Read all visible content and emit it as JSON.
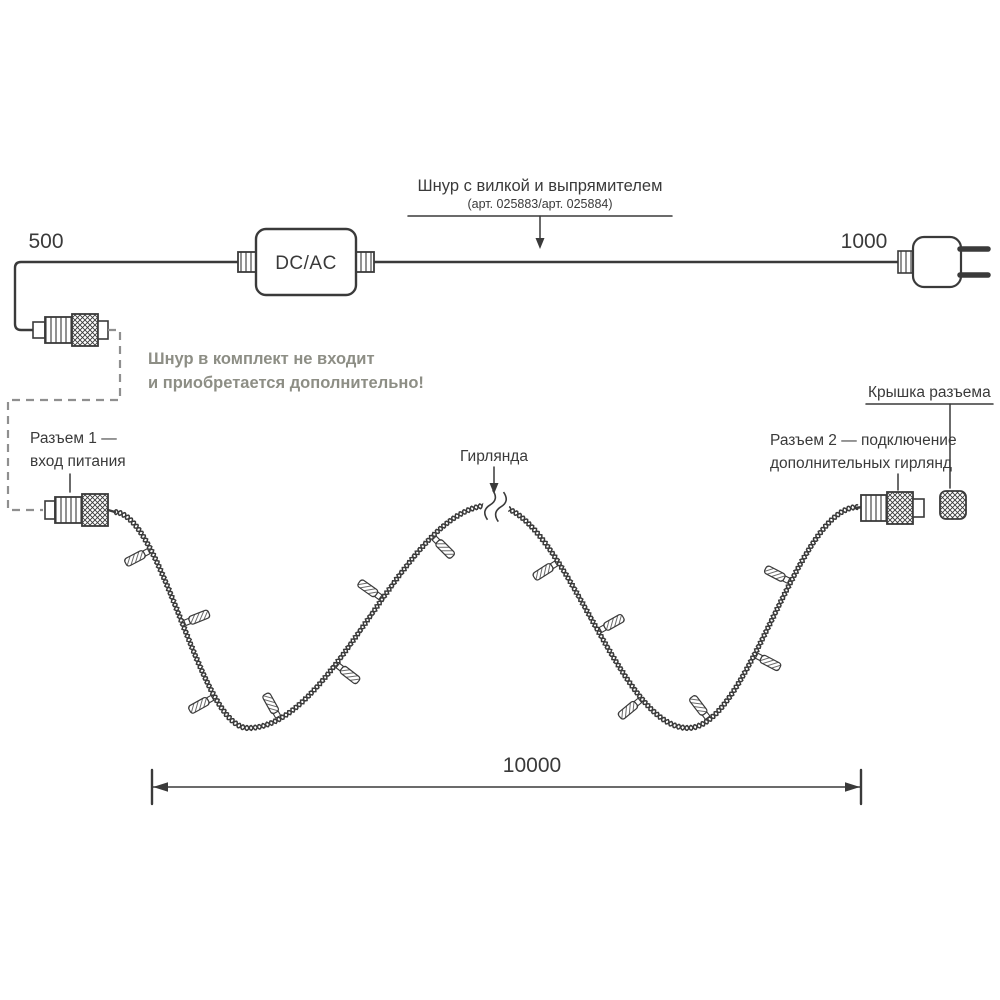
{
  "colors": {
    "stroke": "#3a3a3a",
    "note_text": "#8d8e85",
    "dashed": "#8f8f8f",
    "background": "#ffffff"
  },
  "cord": {
    "title": "Шнур с вилкой и выпрямителем",
    "subtitle": "(арт. 025883/арт. 025884)",
    "length_left_mm": "500",
    "length_right_mm": "1000",
    "converter": "DC/AC"
  },
  "note": {
    "line1": "Шнур в комплект не входит",
    "line2": "и приобретается дополнительно!"
  },
  "garland": {
    "connector1": {
      "line1": "Разъем 1 —",
      "line2": "вход питания"
    },
    "label": "Гирлянда",
    "cap_label": "Крышка разъема",
    "connector2": {
      "line1": "Разъем 2 — подключение",
      "line2": "дополнительных гирлянд"
    },
    "length_mm": "10000"
  }
}
